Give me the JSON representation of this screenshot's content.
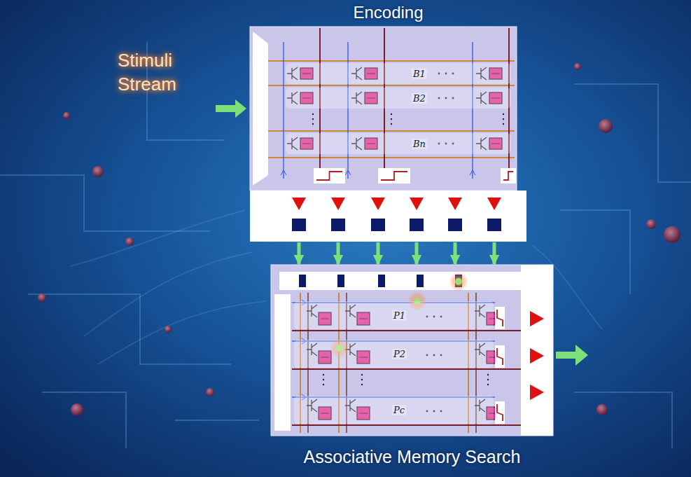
{
  "diagram": {
    "nodes": [
      {
        "text": [
          "Encoding"
        ]
      },
      {
        "text": [
          "B1"
        ],
        "in": 0
      },
      {
        "text": [
          "B2"
        ],
        "in": 0
      },
      {
        "text": [
          "Bn"
        ],
        "in": 0
      },
      {
        "text": [
          "Associative Memory Search"
        ]
      },
      {
        "text": [
          "P1"
        ],
        "in": 4
      },
      {
        "text": [
          "P2"
        ],
        "in": 4
      },
      {
        "text": [
          "Pc"
        ],
        "in": 4
      }
    ],
    "edges": [
      {
        "from": 0,
        "to": 4,
        "arrow": "to"
      },
      {
        "from": 0,
        "to": 4,
        "arrow": "to"
      },
      {
        "from": 0,
        "to": 4,
        "arrow": "to"
      },
      {
        "from": 0,
        "to": 4,
        "arrow": "to"
      },
      {
        "from": 0,
        "to": 4,
        "arrow": "to"
      },
      {
        "from": 0,
        "to": 4,
        "arrow": "to"
      }
    ],
    "labels": [
      "Stimuli Stream"
    ]
  }
}
